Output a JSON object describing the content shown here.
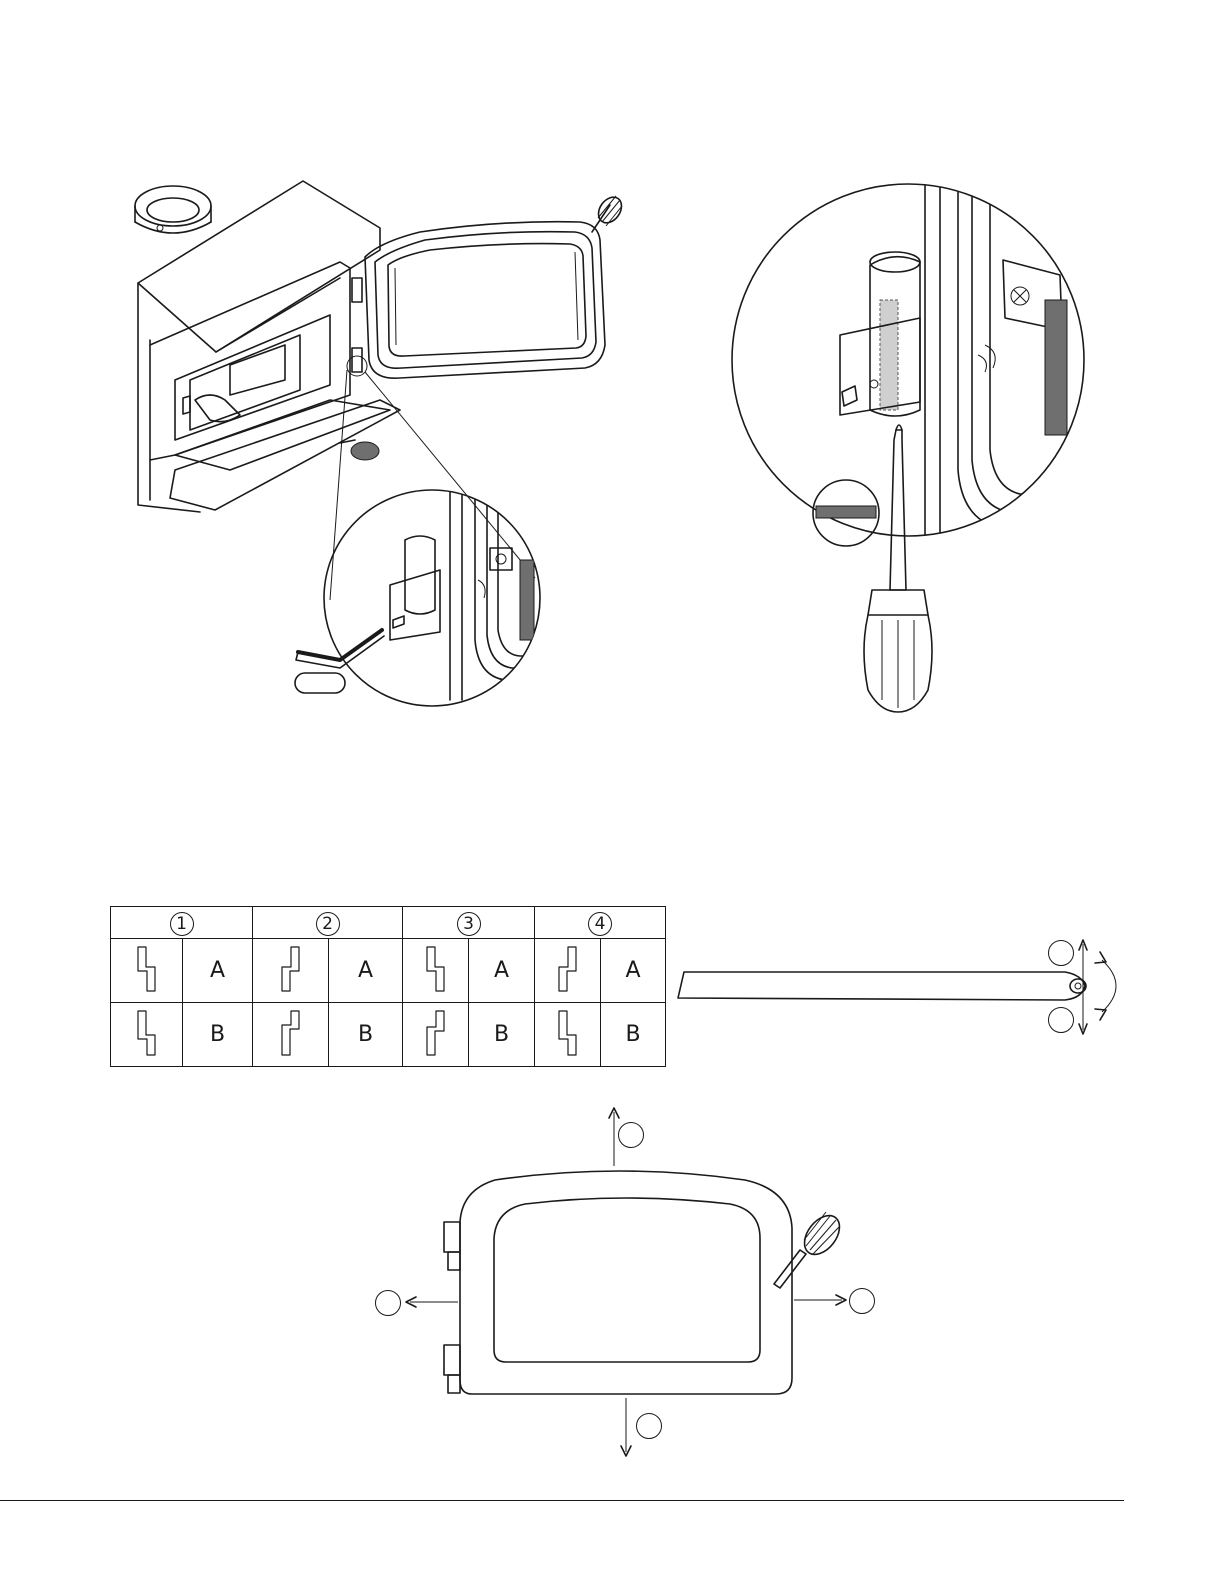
{
  "position_table": {
    "columns": [
      {
        "number": "1"
      },
      {
        "number": "2"
      },
      {
        "number": "3"
      },
      {
        "number": "4"
      }
    ],
    "rows": [
      {
        "label": "A"
      },
      {
        "label": "B"
      }
    ]
  },
  "icons": {
    "stove": "wood-stove-illustration",
    "hex_key": "allen-key-icon",
    "screwdriver": "screwdriver-icon",
    "hinge_pin": "hinge-pin-icon",
    "door": "door-front-view",
    "handle": "coil-handle-icon"
  },
  "colors": {
    "line": "#1a1a1a",
    "shade": "#6f6f6f"
  }
}
